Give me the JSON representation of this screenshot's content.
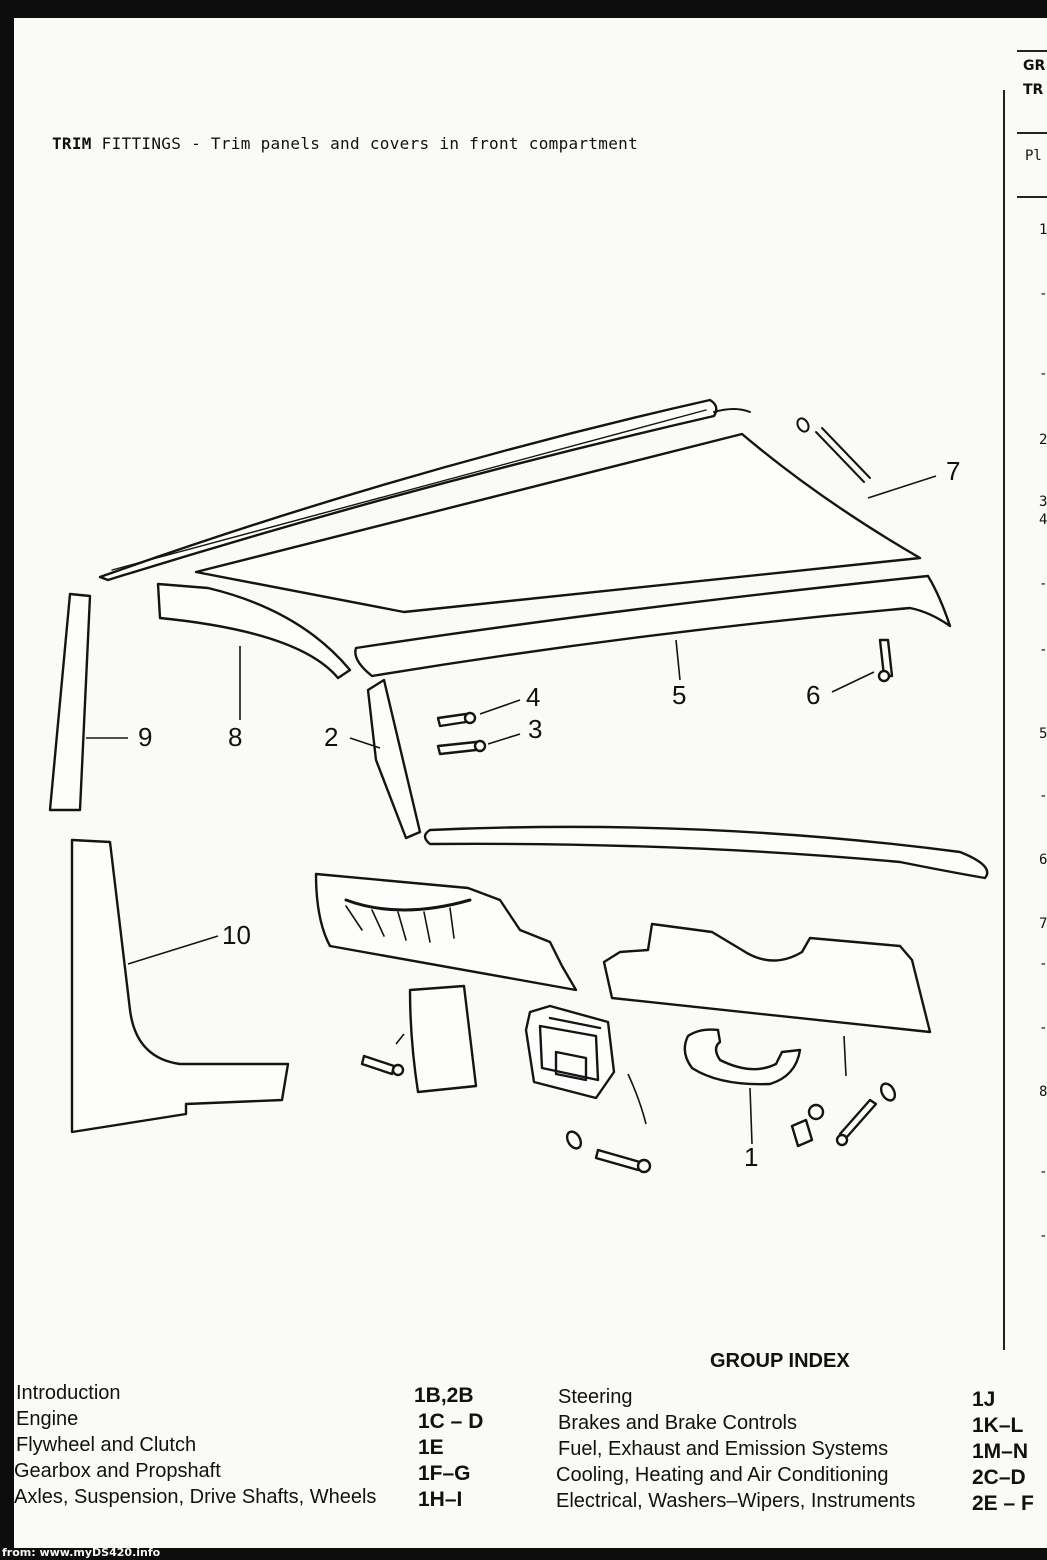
{
  "title": {
    "prefix": "TRIM",
    "text": "FITTINGS - Trim panels and covers in front compartment"
  },
  "edge_column": {
    "header_line1": "GR",
    "header_line2": "TR",
    "plate_label": "Pl",
    "markers": [
      "1",
      "-",
      "-",
      "2",
      "3",
      "4",
      "-",
      "-",
      "5",
      "-",
      "6",
      "7",
      "-",
      "-",
      "8",
      "-",
      "-"
    ]
  },
  "callouts": [
    "1",
    "2",
    "3",
    "4",
    "5",
    "6",
    "7",
    "8",
    "9",
    "10"
  ],
  "group_index": {
    "title": "GROUP INDEX",
    "left": [
      {
        "label": "Introduction",
        "code": "1B,2B"
      },
      {
        "label": "Engine",
        "code": "1C – D"
      },
      {
        "label": "Flywheel and Clutch",
        "code": "1E"
      },
      {
        "label": "Gearbox and Propshaft",
        "code": "1F–G"
      },
      {
        "label": "Axles, Suspension, Drive Shafts, Wheels",
        "code": "1H–I"
      }
    ],
    "right": [
      {
        "label": "Steering",
        "code": "1J"
      },
      {
        "label": "Brakes and Brake Controls",
        "code": "1K–L"
      },
      {
        "label": "Fuel, Exhaust and Emission Systems",
        "code": "1M–N"
      },
      {
        "label": "Cooling, Heating and Air Conditioning",
        "code": "2C–D"
      },
      {
        "label": "Electrical, Washers–Wipers, Instruments",
        "code": "2E – F"
      }
    ]
  },
  "footer": {
    "watermark": "from: www.myDS420.info"
  }
}
